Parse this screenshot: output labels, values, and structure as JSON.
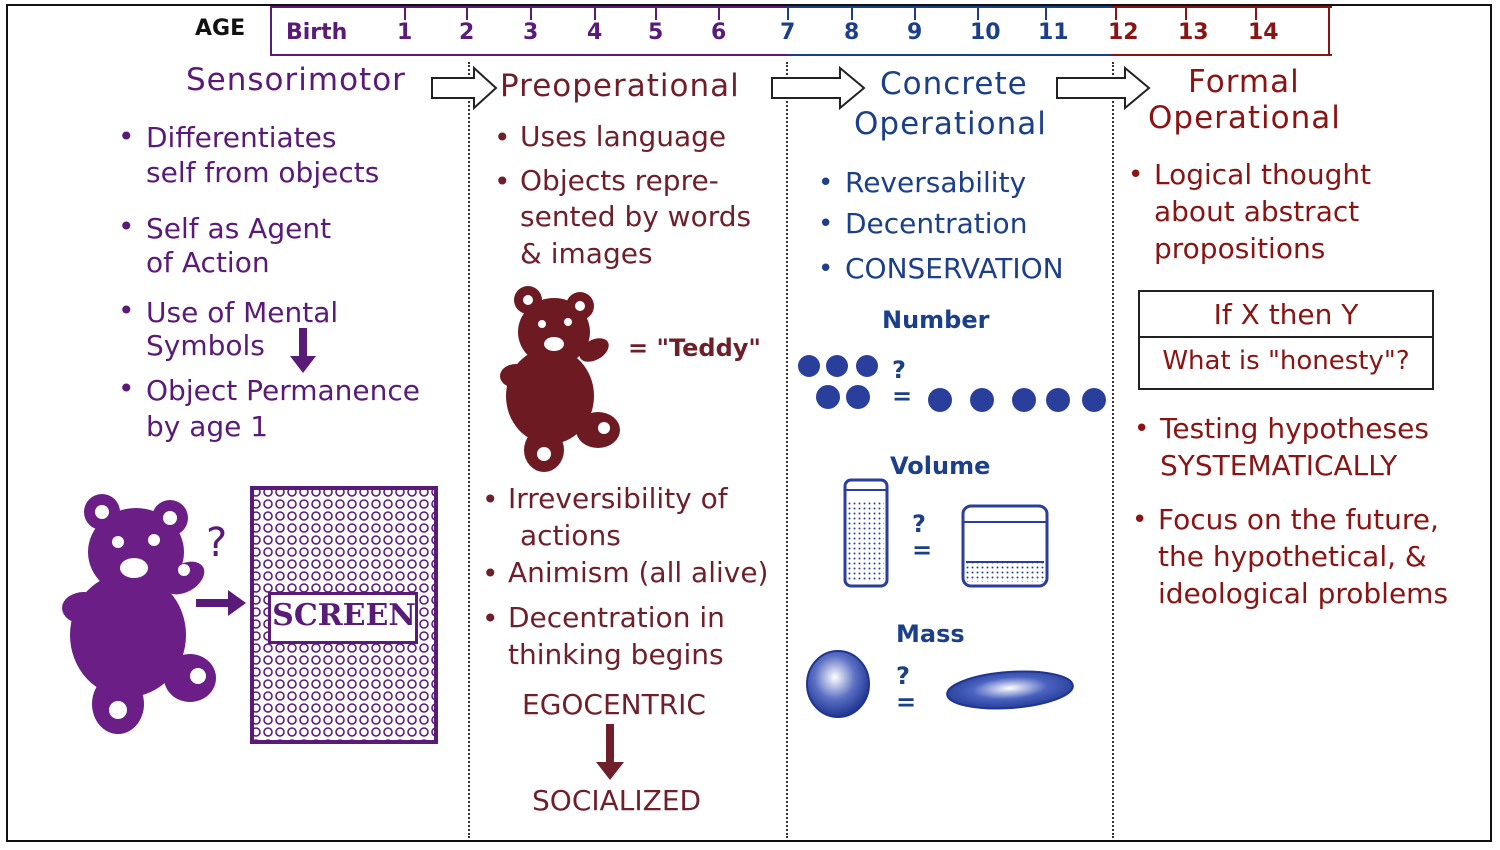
{
  "timeline": {
    "age_label": "AGE",
    "ticks": [
      "Birth",
      "1",
      "2",
      "3",
      "4",
      "5",
      "6",
      "7",
      "8",
      "9",
      "10",
      "11",
      "12",
      "13",
      "14"
    ]
  },
  "colors": {
    "sensorimotor": "#5a1a78",
    "preoperational": "#6e1f2a",
    "concrete": "#1c3f8a",
    "formal": "#8a1414"
  },
  "sensorimotor": {
    "title": "Sensorimotor",
    "b1a": "Differentiates",
    "b1b": "self from objects",
    "b2a": "Self as Agent",
    "b2b": "of Action",
    "b3a": "Use of Mental",
    "b3b": "Symbols",
    "b4a": "Object Permanence",
    "b4b": "by age 1",
    "question": "?",
    "screen": "SCREEN"
  },
  "preoperational": {
    "title": "Preoperational",
    "b1": "Uses language",
    "b2a": "Objects repre-",
    "b2b": "sented by words",
    "b2c": "& images",
    "teddy": "= \"Teddy\"",
    "b3a": "Irreversibility of",
    "b3b": "actions",
    "b4": "Animism (all alive)",
    "b5a": "Decentration in",
    "b5b": "thinking begins",
    "egocentric": "EGOCENTRIC",
    "socialized": "SOCIALIZED"
  },
  "concrete": {
    "title1": "Concrete",
    "title2": "Operational",
    "b1": "Reversability",
    "b2": "Decentration",
    "b3": "CONSERVATION",
    "number": "Number",
    "volume": "Volume",
    "mass": "Mass",
    "q": "?",
    "eq": "="
  },
  "formal": {
    "title1": "Formal",
    "title2": "Operational",
    "b1a": "Logical thought",
    "b1b": "about abstract",
    "b1c": "propositions",
    "box1": "If X then Y",
    "box2": "What is \"honesty\"?",
    "b2a": "Testing hypotheses",
    "b2b": "SYSTEMATICALLY",
    "b3a": "Focus on the future,",
    "b3b": "the hypothetical, &",
    "b3c": "ideological problems"
  }
}
